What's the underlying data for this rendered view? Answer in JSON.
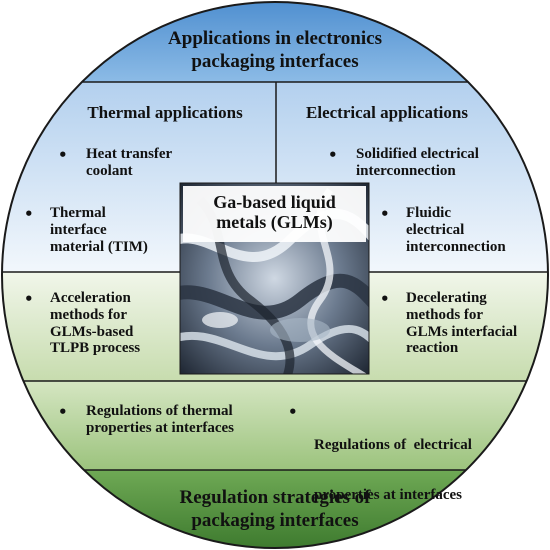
{
  "top_banner": {
    "line1": "Applications in electronics",
    "line2": "packaging interfaces"
  },
  "bottom_banner": {
    "line1": "Regulation strategies of",
    "line2": "packaging interfaces"
  },
  "center": {
    "line1": "Ga-based liquid",
    "line2": "metals (GLMs)",
    "image": "liquid-metal-swirl-image"
  },
  "thermal": {
    "heading": "Thermal applications",
    "item1": {
      "line1": "Heat transfer",
      "line2": "coolant"
    },
    "item2": {
      "line1": "Thermal",
      "line2": "interface",
      "line3": "material (TIM)"
    }
  },
  "electrical": {
    "heading": "Electrical applications",
    "item1": {
      "line1": "Solidified electrical",
      "line2": "interconnection"
    },
    "item2": {
      "line1": "Fluidic",
      "line2": "electrical",
      "line3": "interconnection"
    }
  },
  "middle_left": {
    "line1": "Acceleration",
    "line2": "methods for",
    "line3": "GLMs-based",
    "line4": "TLPB process"
  },
  "middle_right": {
    "line1": "Decelerating",
    "line2": "methods for",
    "line3": "GLMs interfacial",
    "line4": "reaction"
  },
  "regulation_left": {
    "line1": "Regulations of thermal",
    "line2": "properties at interfaces"
  },
  "regulation_right": {
    "line1": "Regulations of  electrical",
    "line2": "properties at interfaces"
  },
  "bullet_symbol": "•",
  "colors": {
    "outline": "#1a1a1a",
    "top_band": "#5b9bd5",
    "upper_light": "#ddeaf6",
    "lower_light": "#e3eed4",
    "bottom_band": "#5a9447"
  }
}
